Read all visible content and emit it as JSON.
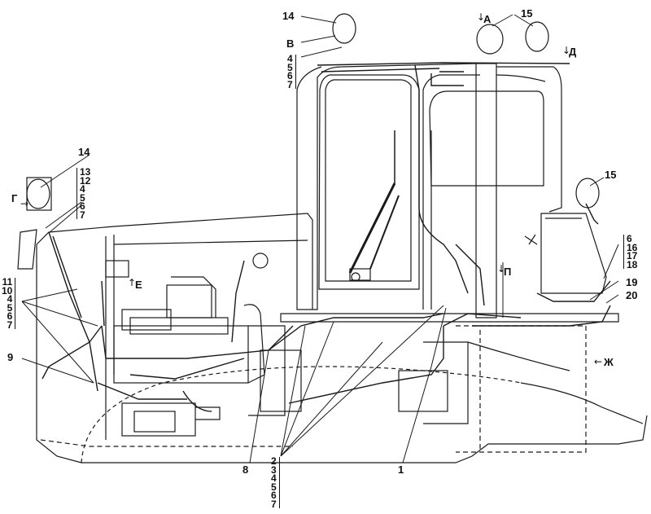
{
  "callouts": {
    "c14_top": "14",
    "c15_top": "15",
    "cB": "В",
    "cA": "А",
    "cD": "Д",
    "c14_left": "14",
    "c15_right": "15",
    "cG": "Г",
    "cE": "Е",
    "cP": "П",
    "c19": "19",
    "c20": "20",
    "cZh": "Ж",
    "c9": "9",
    "c8": "8",
    "c1": "1"
  },
  "stacks": {
    "top_cab": [
      "4",
      "5",
      "6",
      "7"
    ],
    "left_light": [
      "13",
      "12",
      "4",
      "5",
      "6",
      "7"
    ],
    "left_side": [
      "11",
      "10",
      "4",
      "5",
      "6",
      "7"
    ],
    "right_side": [
      "6",
      "16",
      "17",
      "18"
    ],
    "bottom": [
      "2",
      "3",
      "4",
      "5",
      "6",
      "7"
    ]
  },
  "arrows": {
    "down": "↓",
    "up": "↑",
    "right": "→",
    "left": "←"
  }
}
